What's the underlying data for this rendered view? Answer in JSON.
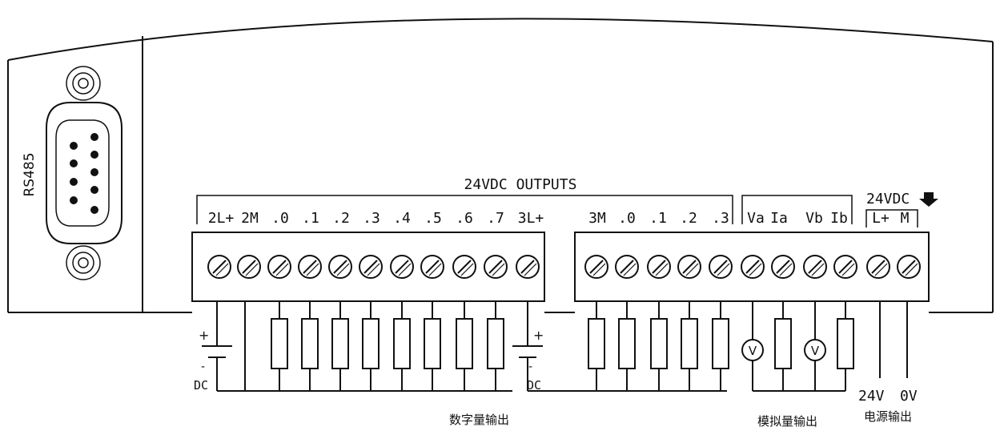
{
  "port": {
    "label": "RS485"
  },
  "outputs_title": "24VDC OUTPUTS",
  "supply_title": "24VDC",
  "block1_labels": [
    "2L+",
    "2M",
    ".0",
    ".1",
    ".2",
    ".3",
    ".4",
    ".5",
    ".6",
    ".7",
    "3L+"
  ],
  "block2_labels": [
    "3M",
    ".0",
    ".1",
    ".2",
    ".3",
    "Va",
    "Ia",
    "Vb",
    "Ib",
    "L+",
    "M"
  ],
  "dc_label": "DC",
  "plus_sign": "+",
  "minus_sign": "-",
  "voltmeter": "V",
  "bottom_labels": {
    "digital_out": "数字量输出",
    "analog_out": "模拟量输出",
    "power_out": "电源输出",
    "v24": "24V",
    "v0": "0V"
  }
}
